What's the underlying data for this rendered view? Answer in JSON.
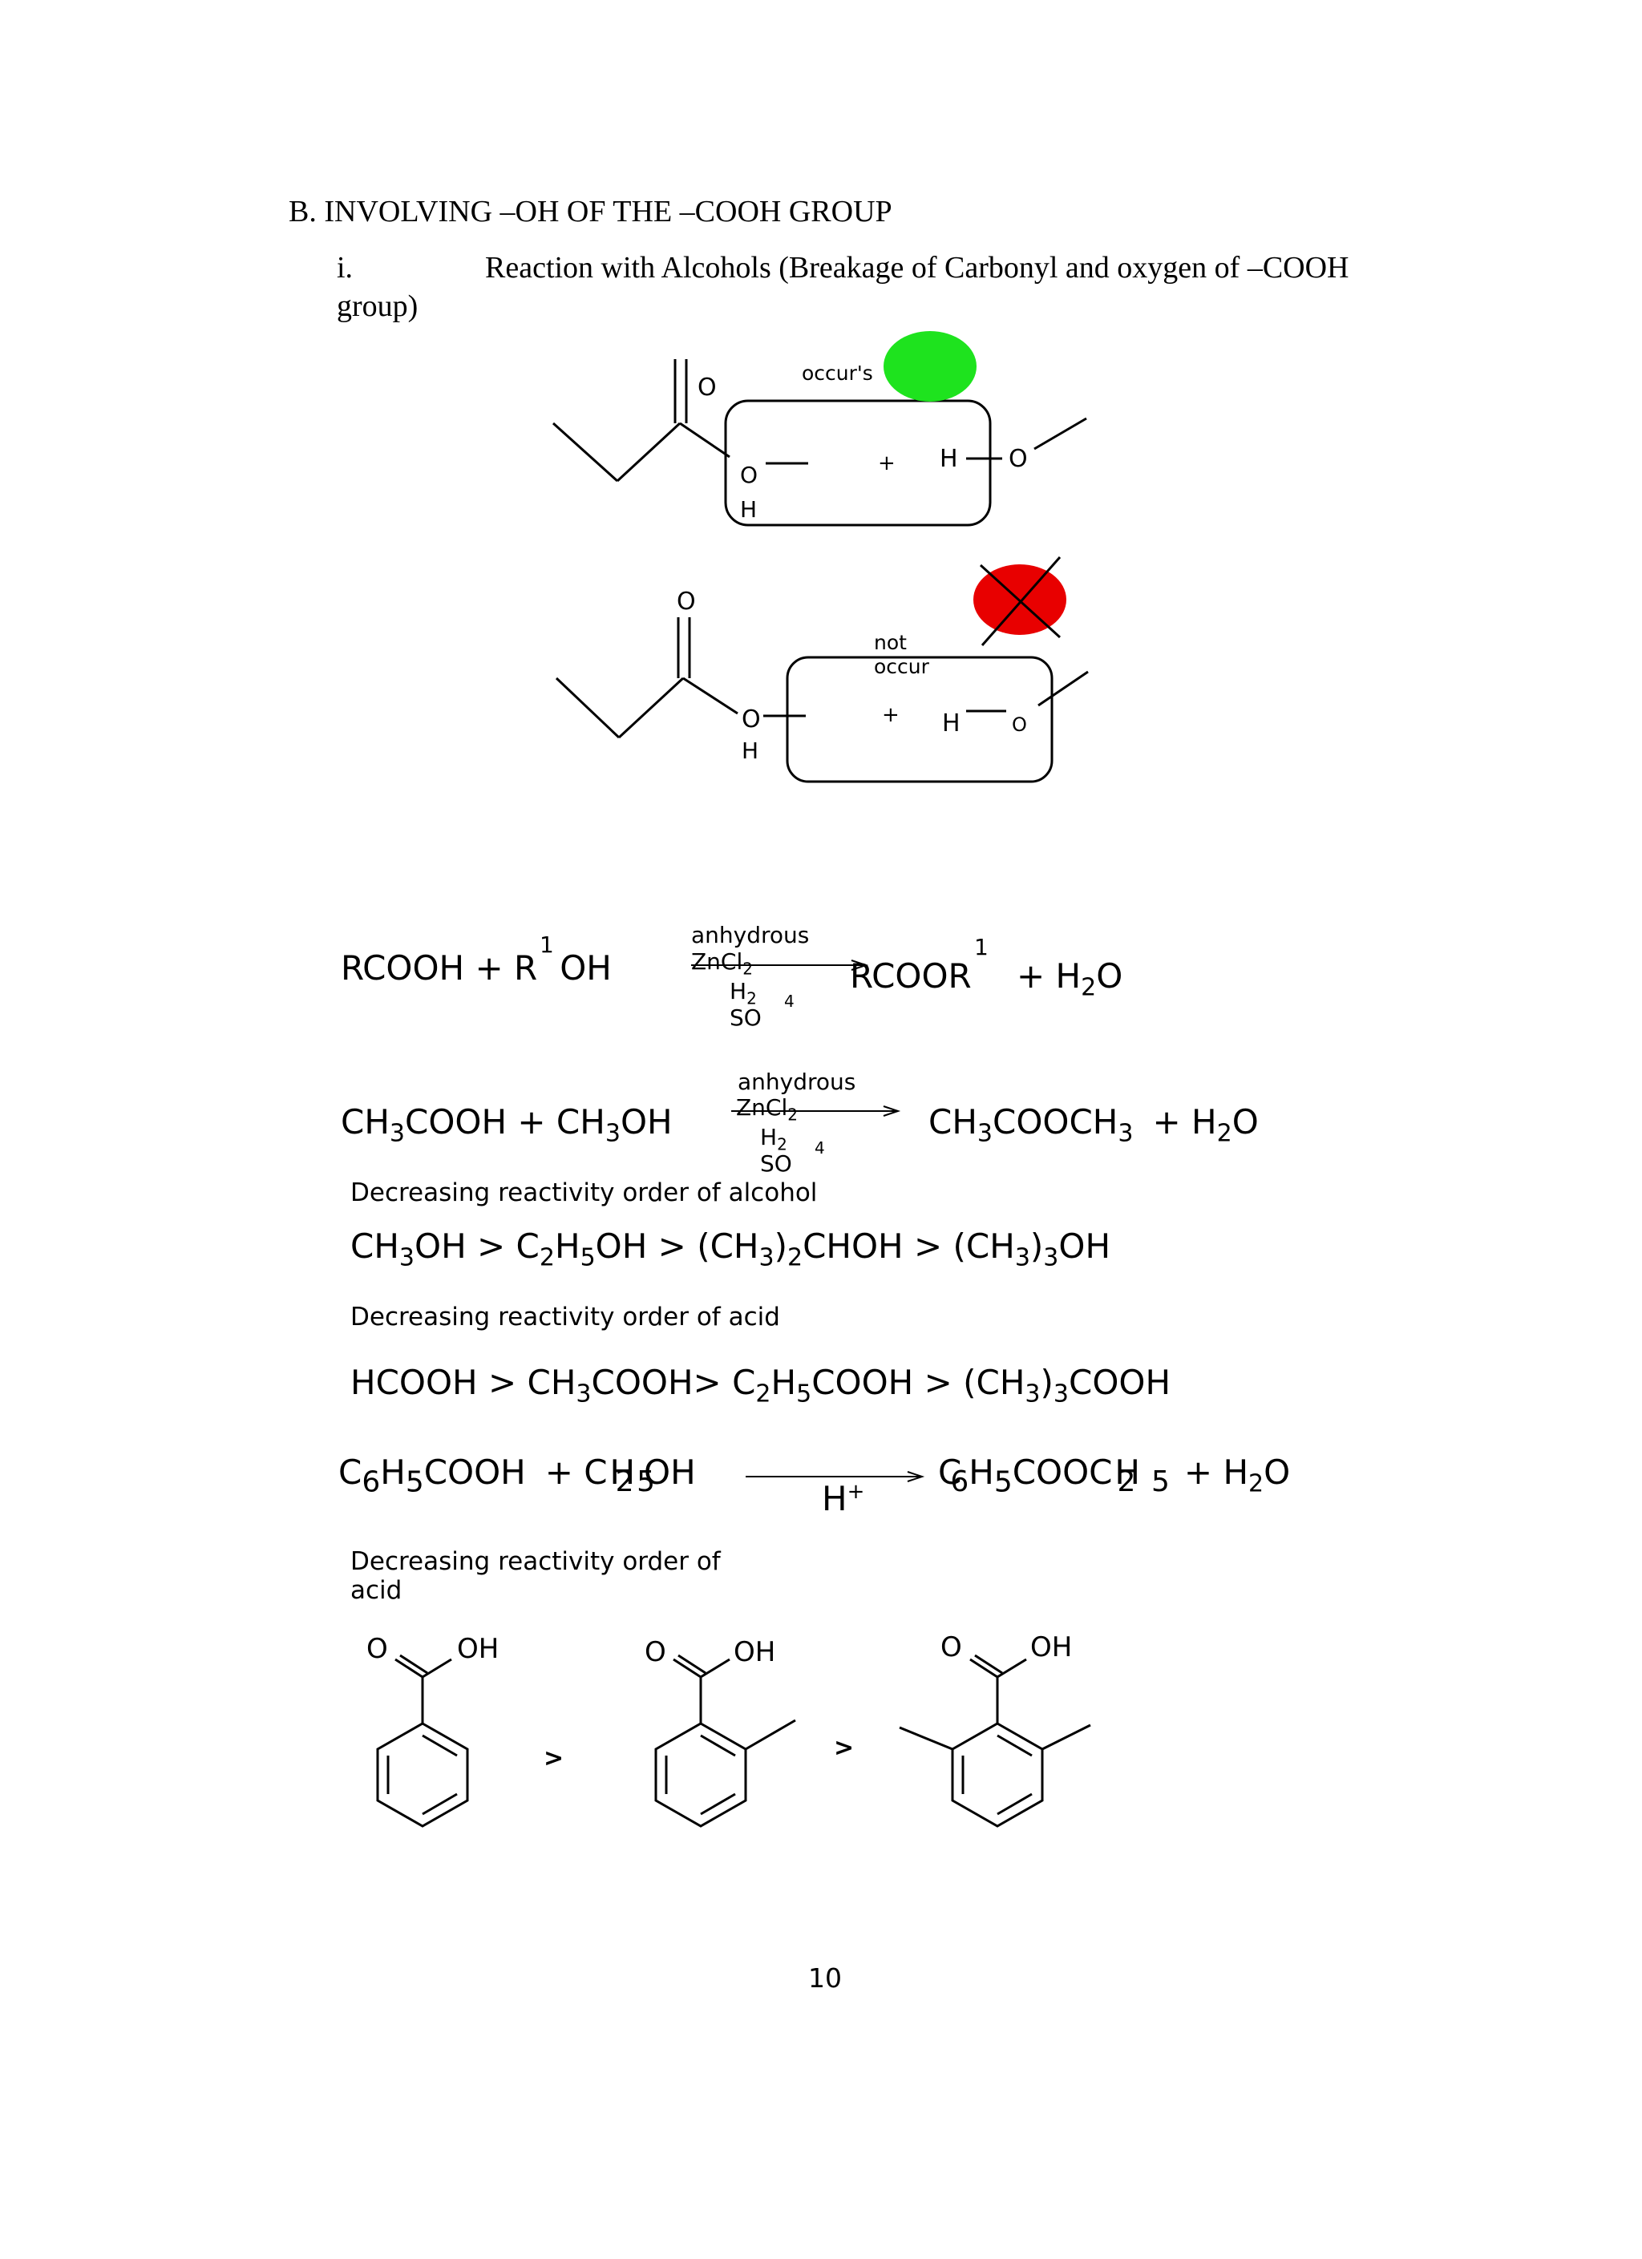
{
  "section": {
    "heading": "B.  INVOLVING –OH OF THE –COOH GROUP",
    "item_number": "i.",
    "item_title": "Reaction with Alcohols (Breakage of Carbonyl and oxygen of –COOH",
    "item_title_cont": "group)"
  },
  "mechanism_correct": {
    "atom_O_double": "O",
    "atom_O": "O",
    "atom_H": "H",
    "plus": "+",
    "alcohol_H": "H",
    "alcohol_O": "O",
    "note": "occur's",
    "indicator_color": "#1ee31e"
  },
  "mechanism_incorrect": {
    "atom_O_double": "O",
    "atom_O": "O",
    "atom_H": "H",
    "plus": "+",
    "alcohol_H": "H",
    "alcohol_O": "O",
    "note_line1": "not",
    "note_line2": "occur",
    "indicator_color": "#e80000"
  },
  "eq_general": {
    "left": "RCOOH + R",
    "left_tail": "OH",
    "sup1": "1",
    "catalyst_top": "anhydrous",
    "catalyst_mid": "ZnCl",
    "catalyst_mid_sub": "2",
    "catalyst_h": "H",
    "catalyst_h_sub": "2",
    "catalyst_so": "SO",
    "catalyst_4": "4",
    "product": "RCOOR",
    "sup2": "1",
    "water": "+ H",
    "water_sub": "2",
    "water_tail": "O"
  },
  "eq_methyl": {
    "a1": "CH",
    "a1_sub": "3",
    "a2": "COOH + CH",
    "a2_sub": "3",
    "a3": "OH",
    "catalyst_top": "anhydrous",
    "catalyst_mid": "ZnCl",
    "catalyst_mid_sub": "2",
    "catalyst_h": "H",
    "catalyst_h_sub": "2",
    "catalyst_so": "SO",
    "catalyst_4": "4",
    "p1": "CH",
    "p1_sub": "3",
    "p2": "COOCH",
    "p2_sub": "3",
    "p3": "+ H",
    "p3_sub": "2",
    "p4": "O"
  },
  "alcohol_order": {
    "label": "Decreasing reactivity order of alcohol",
    "t1": "CH",
    "s1": "3",
    "t2": "OH > C",
    "s2": "2",
    "t3": "H",
    "s3": "5",
    "t4": "OH > (CH",
    "s4": "3",
    "t5": ")",
    "s5": "2",
    "t6": "CHOH > (CH",
    "s6": "3",
    "t7": ")",
    "s7": "3",
    "t8": "OH"
  },
  "acid_order": {
    "label": "Decreasing reactivity order of acid",
    "t1": "HCOOH > CH",
    "s1": "3",
    "t2": "COOH> C",
    "s2": "2",
    "t3": "H",
    "s3": "5",
    "t4": "COOH > (CH",
    "s4": "3",
    "t5": ")",
    "s5": "3",
    "t6": "COOH"
  },
  "eq_benzoic": {
    "c": "C",
    "c_sub": "6",
    "h": "H",
    "h_sub": "5",
    "cooh": "COOH",
    "plus_c": "+ C",
    "sub2": "2",
    "h2": "H",
    "sub5": "5",
    "oh": "OH",
    "catalyst": "H",
    "catalyst_sup": "+",
    "p_c": "C",
    "p_c_sub": "6",
    "p_h": "H",
    "p_h_sub": "5",
    "p_cooc": "COOC",
    "p_sub2": "2",
    "p_h2": "H",
    "p_sub5": "5",
    "p_water": "+ H",
    "p_water_sub": "2",
    "p_water_tail": "O"
  },
  "benzoic_order": {
    "label_line1": "Decreasing reactivity order of",
    "label_line2": "acid",
    "mol1_O": "O",
    "mol1_OH": "OH",
    "gt1": ">",
    "mol2_O": "O",
    "mol2_OH": "OH",
    "gt2": ">",
    "mol3_O": "O",
    "mol3_OH": "OH"
  },
  "page_number": "10"
}
